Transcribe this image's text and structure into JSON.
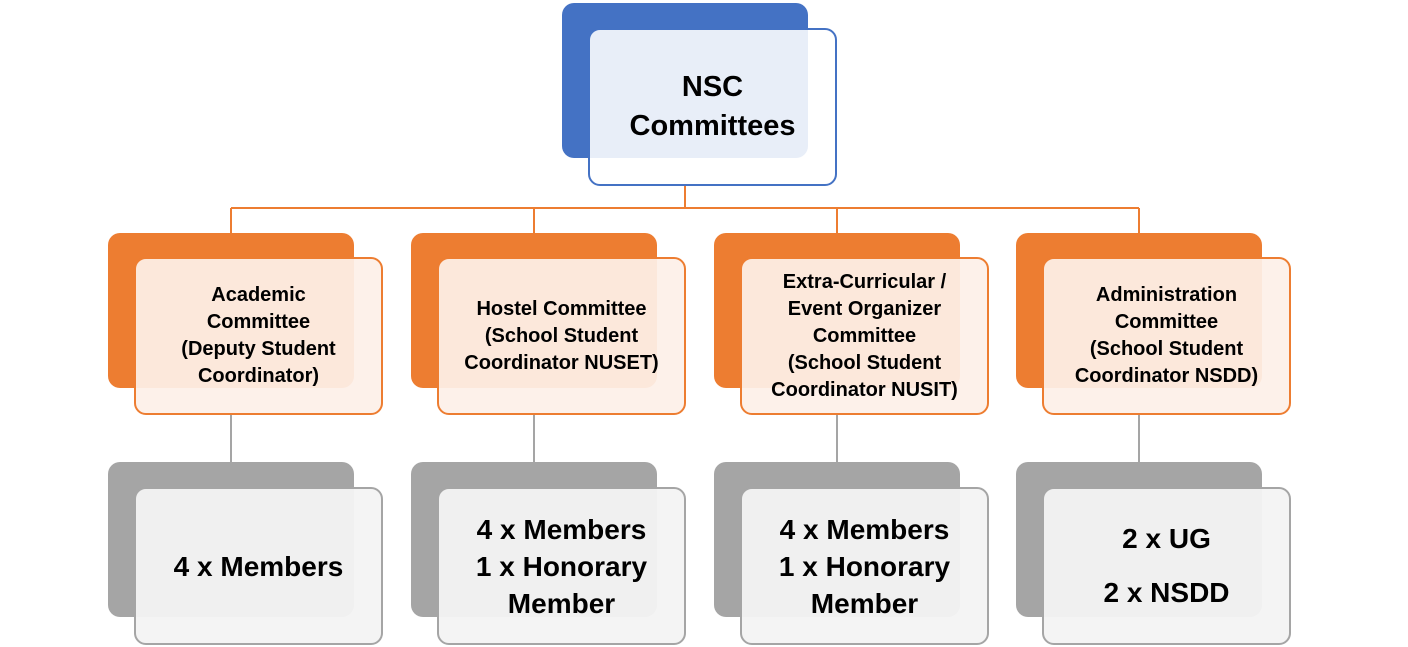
{
  "colors": {
    "root_fill": "#4472c4",
    "committee_fill": "#ed7d31",
    "member_fill": "#a5a5a5",
    "connector_orange": "#ed7d31",
    "connector_gray": "#a5a5a5"
  },
  "root": {
    "title": "NSC\nCommittees"
  },
  "committees": [
    {
      "text": "Academic\nCommittee\n(Deputy Student\nCoordinator)",
      "members": "4 x Members"
    },
    {
      "text": "Hostel Committee\n(School Student\nCoordinator NUSET)",
      "members": "4 x Members\n1 x Honorary\nMember"
    },
    {
      "text": "Extra-Curricular /\nEvent Organizer\nCommittee\n(School Student\nCoordinator NUSIT)",
      "members": "4 x Members\n1 x Honorary\nMember"
    },
    {
      "text": "Administration\nCommittee\n(School Student\nCoordinator NSDD)",
      "members": "2 x UG\n2 x NSDD"
    }
  ]
}
